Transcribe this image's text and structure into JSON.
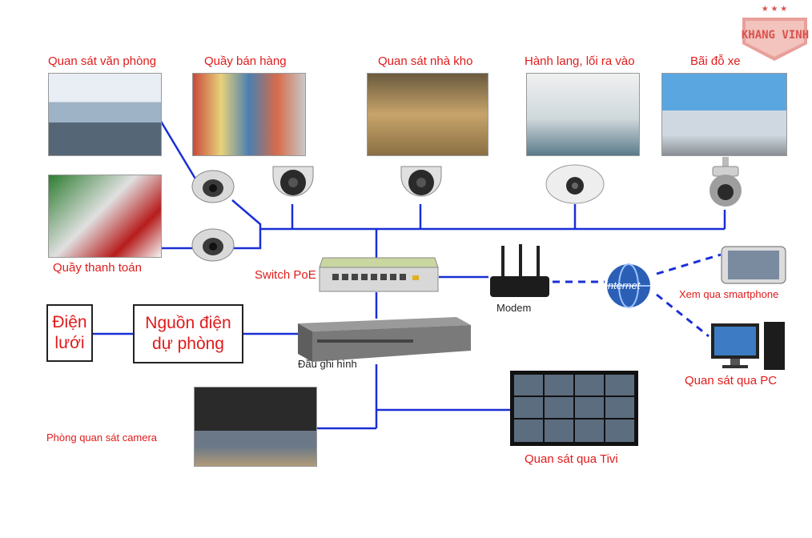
{
  "logo": {
    "text": "KHANG VINH"
  },
  "labels": {
    "office": "Quan sát văn phòng",
    "sales_counter": "Quầy bán hàng",
    "warehouse": "Quan sát nhà kho",
    "corridor": "Hành lang, lối ra vào",
    "parking": "Bãi đỗ xe",
    "checkout": "Quầy thanh toán",
    "switch": "Switch PoE",
    "modem": "Modem",
    "internet": "internet",
    "smartphone": "Xem qua smartphone",
    "pc": "Quan sát qua PC",
    "grid_power": [
      "Điện",
      "lưới"
    ],
    "backup_power": [
      "Nguồn điện",
      "dự phòng"
    ],
    "recorder": "Đầu ghi hình",
    "control_room": "Phòng quan sát camera",
    "tv": "Quan sát qua Tivi"
  },
  "colors": {
    "label": "#e01b1b",
    "wire": "#1a2fd6",
    "box_border": "#222222"
  }
}
